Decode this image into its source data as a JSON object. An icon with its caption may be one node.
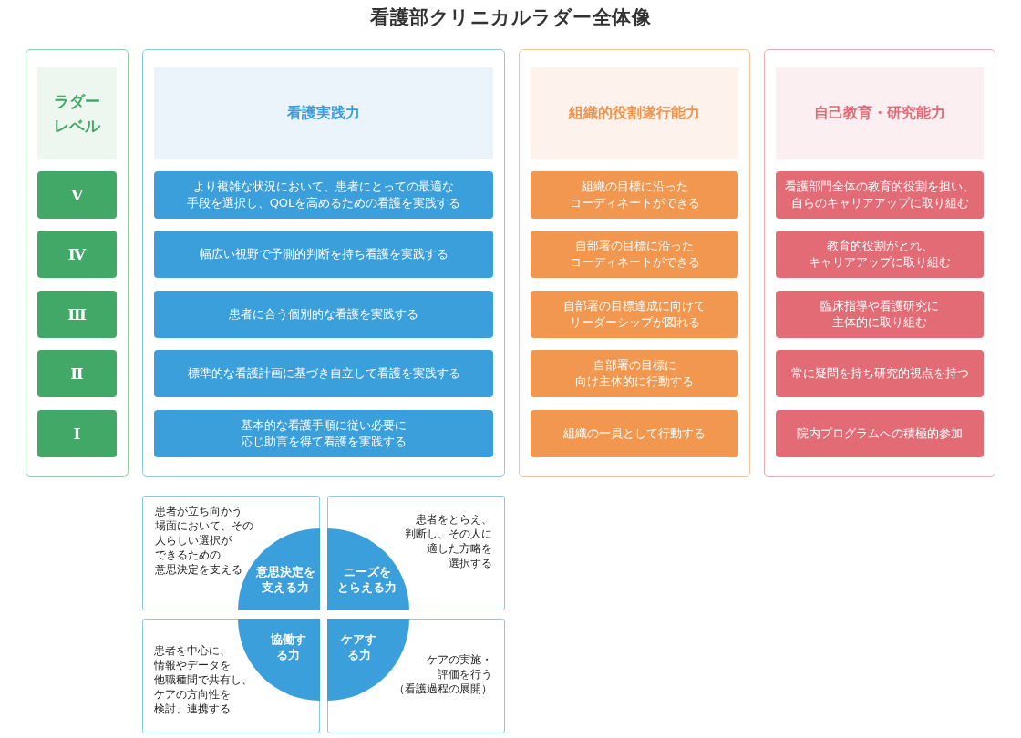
{
  "diagram": {
    "title": "看護部クリニカルラダー全体像",
    "nodes": [
      {
        "text": [],
        "shape": "box"
      },
      {
        "text": [
          "ラダーレベル"
        ],
        "in": 0
      },
      {
        "text": [
          "Ⅴ"
        ],
        "in": 0
      },
      {
        "text": [
          "Ⅳ"
        ],
        "in": 0
      },
      {
        "text": [
          "Ⅲ"
        ],
        "in": 0
      },
      {
        "text": [
          "Ⅱ"
        ],
        "in": 0
      },
      {
        "text": [
          "Ⅰ"
        ],
        "in": 0
      },
      {
        "text": [],
        "shape": "box"
      },
      {
        "text": [
          "看護実践力"
        ],
        "in": 7
      },
      {
        "text": [
          "より複雑な状況において、患者にとっての最適な手段を選択し、QOLを高めるための看護を実践する"
        ],
        "in": 7
      },
      {
        "text": [
          "幅広い視野で予測的判断を持ち看護を実践する"
        ],
        "in": 7
      },
      {
        "text": [
          "患者に合う個別的な看護を実践する"
        ],
        "in": 7
      },
      {
        "text": [
          "標準的な看護計画に基づき自立して看護を実践する"
        ],
        "in": 7
      },
      {
        "text": [
          "基本的な看護手順に従い必要に応じ助言を得て看護を実践する"
        ],
        "in": 7
      },
      {
        "text": [],
        "shape": "box"
      },
      {
        "text": [
          "組織的役割遂行能力"
        ],
        "in": 14
      },
      {
        "text": [
          "組織の目標に沿ったコーディネートができる"
        ],
        "in": 14
      },
      {
        "text": [
          "自部署の目標に沿ったコーディネートができる"
        ],
        "in": 14
      },
      {
        "text": [
          "自部署の目標達成に向けてリーダーシップが図れる"
        ],
        "in": 14
      },
      {
        "text": [
          "自部署の目標に向け主体的に行動する"
        ],
        "in": 14
      },
      {
        "text": [
          "組織の一員として行動する"
        ],
        "in": 14
      },
      {
        "text": [],
        "shape": "box"
      },
      {
        "text": [
          "自己教育・研究能力"
        ],
        "in": 21
      },
      {
        "text": [
          "看護部門全体の教育的役割を担い、自らのキャリアアップに取り組む"
        ],
        "in": 21
      },
      {
        "text": [
          "教育的役割がとれ、キャリアアップに取り組む"
        ],
        "in": 21
      },
      {
        "text": [
          "臨床指導や看護研究に主体的に取り組む"
        ],
        "in": 21
      },
      {
        "text": [
          "常に疑問を持ち研究的視点を持つ"
        ],
        "in": 21
      },
      {
        "text": [
          "院内プログラムへの積極的参加"
        ],
        "in": 21
      },
      {
        "text": [
          "患者が立ち向かう場面において、その人らしい選択ができるための意思決定を支える"
        ]
      },
      {
        "text": [
          "意思決定を支える力"
        ],
        "in": 28
      },
      {
        "text": [
          "患者をとらえ、判断し、その人に適した方略を選択する"
        ]
      },
      {
        "text": [
          "ニーズをとらえる力"
        ],
        "in": 30
      },
      {
        "text": [
          "患者を中心に、情報やデータを他職種間で共有し、ケアの方向性を検討、連携する"
        ]
      },
      {
        "text": [
          "協働する力"
        ],
        "in": 32
      },
      {
        "text": [
          "ケアの実施・評価を行う（看護過程の展開）"
        ]
      },
      {
        "text": [
          "ケアする力"
        ],
        "in": 34
      }
    ]
  }
}
